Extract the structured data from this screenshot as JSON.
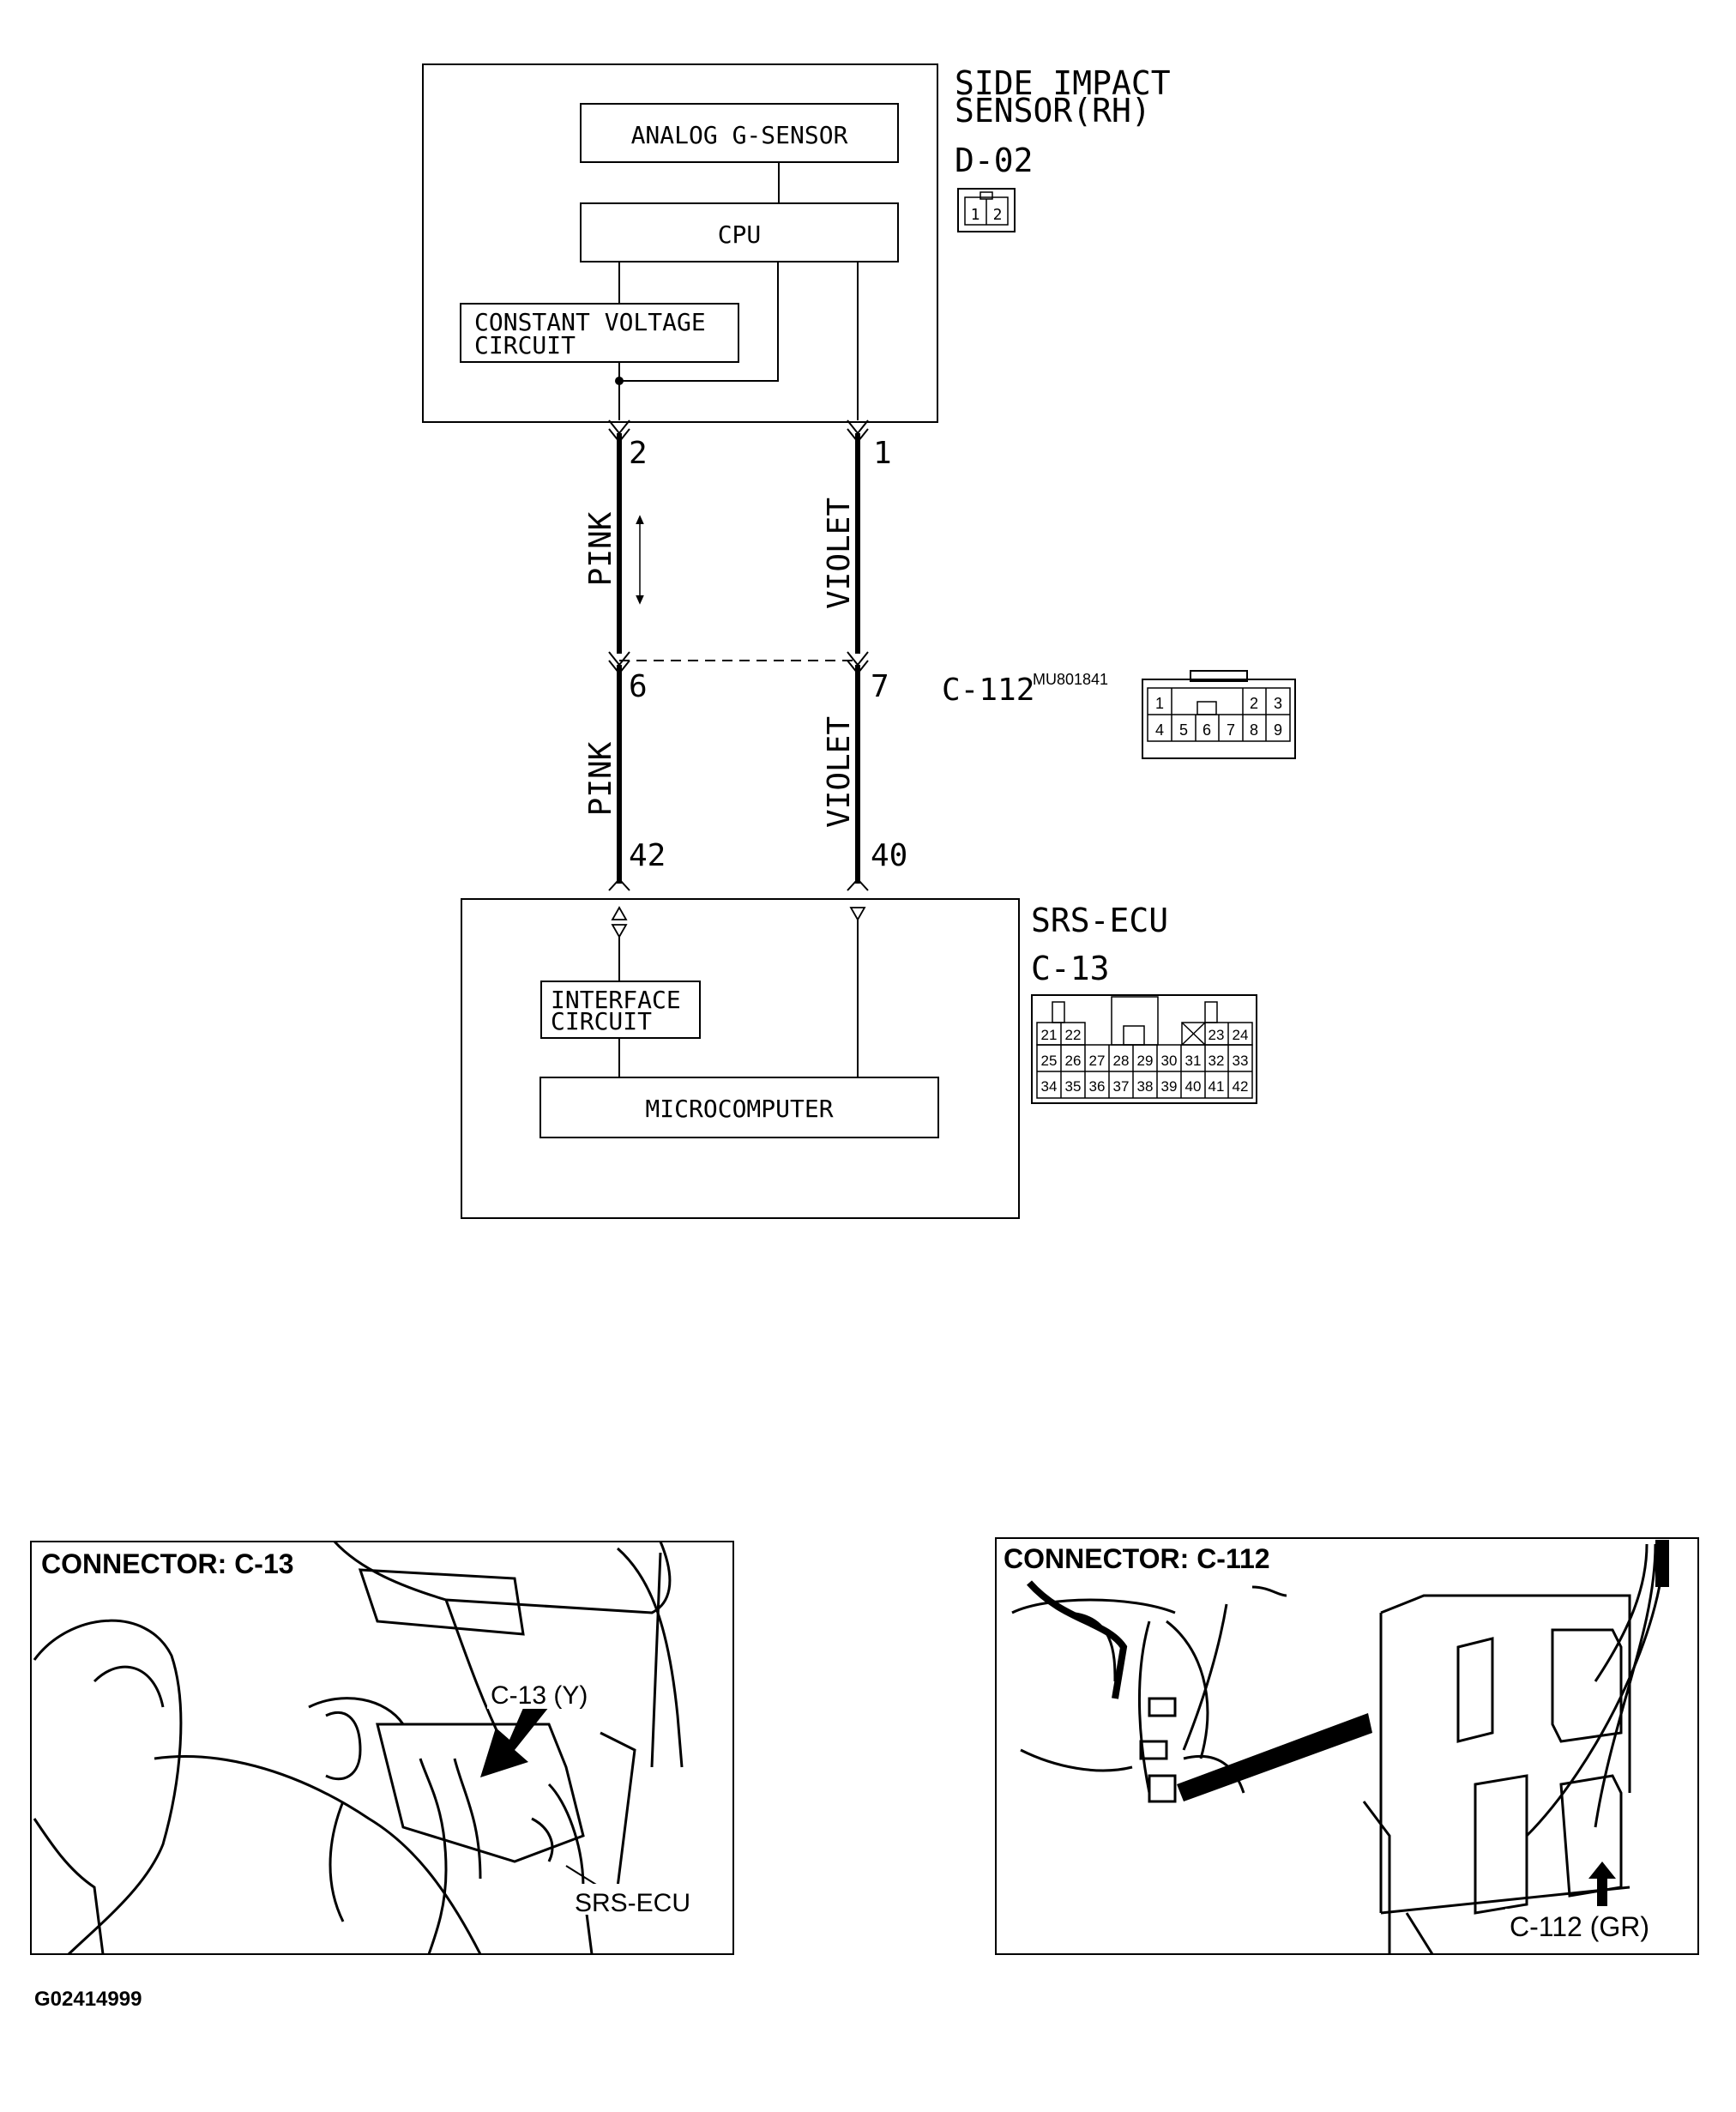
{
  "sensor": {
    "title_line1": "SIDE IMPACT",
    "title_line2": "SENSOR(RH)",
    "connector_id": "D-02",
    "connector_pins": [
      "1",
      "2"
    ],
    "analog_sensor_label": "ANALOG G-SENSOR",
    "cpu_label": "CPU",
    "cvc_line1": "CONSTANT VOLTAGE",
    "cvc_line2": "CIRCUIT"
  },
  "wires": {
    "left_top_pin": "2",
    "right_top_pin": "1",
    "left_top_color": "PINK",
    "right_top_color": "VIOLET",
    "left_mid_pin": "6",
    "right_mid_pin": "7",
    "left_bottom_color": "PINK",
    "right_bottom_color": "VIOLET",
    "left_bottom_pin": "42",
    "right_bottom_pin": "40"
  },
  "c112": {
    "connector_id": "C-112",
    "part_number": "MU801841",
    "pins_row1": [
      "1",
      "2",
      "3"
    ],
    "pins_row2": [
      "4",
      "5",
      "6",
      "7",
      "8",
      "9"
    ]
  },
  "ecu": {
    "title": "SRS-ECU",
    "connector_id": "C-13",
    "interface_line1": "INTERFACE",
    "interface_line2": "CIRCUIT",
    "microcomputer_label": "MICROCOMPUTER",
    "pins_row1": [
      "21",
      "22",
      "23",
      "24"
    ],
    "pins_row2": [
      "25",
      "26",
      "27",
      "28",
      "29",
      "30",
      "31",
      "32",
      "33"
    ],
    "pins_row3": [
      "34",
      "35",
      "36",
      "37",
      "38",
      "39",
      "40",
      "41",
      "42"
    ]
  },
  "photo_left": {
    "heading": "CONNECTOR: C-13",
    "callout_connector": "C-13 (Y)",
    "callout_unit": "SRS-ECU"
  },
  "photo_right": {
    "heading": "CONNECTOR: C-112",
    "callout_connector": "C-112 (GR)"
  },
  "figure_code": "G02414999"
}
